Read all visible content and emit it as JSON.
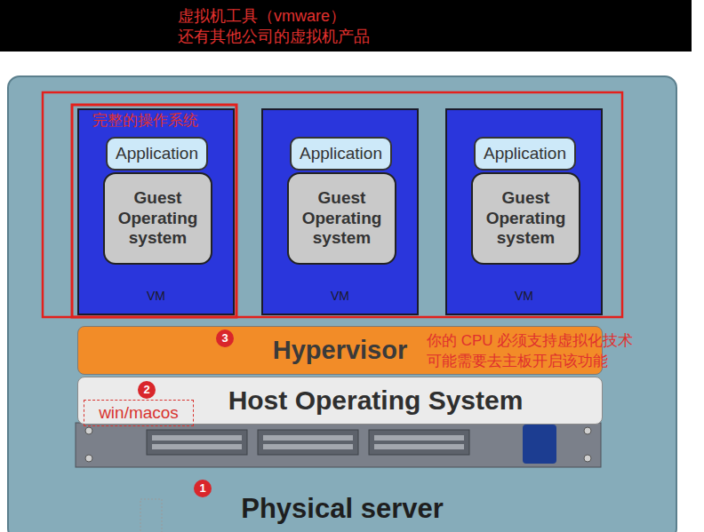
{
  "diagram": {
    "nodes": [
      {
        "text": [
          "Physical server"
        ]
      },
      {
        "text": [
          "VM"
        ],
        "in": 0
      },
      {
        "text": [
          "Application"
        ],
        "in": 1
      },
      {
        "text": [
          "Guest Operating system"
        ],
        "in": 1
      },
      {
        "text": [
          "VM"
        ],
        "in": 0
      },
      {
        "text": [
          "Application"
        ],
        "in": 4
      },
      {
        "text": [
          "Guest Operating system"
        ],
        "in": 4
      },
      {
        "text": [
          "VM"
        ],
        "in": 0
      },
      {
        "text": [
          "Application"
        ],
        "in": 7
      },
      {
        "text": [
          "Guest Operating system"
        ],
        "in": 7
      },
      {
        "text": [
          "Hypervisor"
        ],
        "in": 0
      },
      {
        "text": [
          "Host Operating System"
        ],
        "in": 0
      },
      {
        "text": [
          "win/macos"
        ],
        "in": 11
      }
    ],
    "labels": [
      "虚拟机工具（vmware）",
      "还有其他公司的虚拟机产品",
      "完整的操作系统",
      "3",
      "你的 CPU 必须支持虚拟化技术",
      "可能需要去主板开启该功能",
      "2",
      "1"
    ]
  }
}
